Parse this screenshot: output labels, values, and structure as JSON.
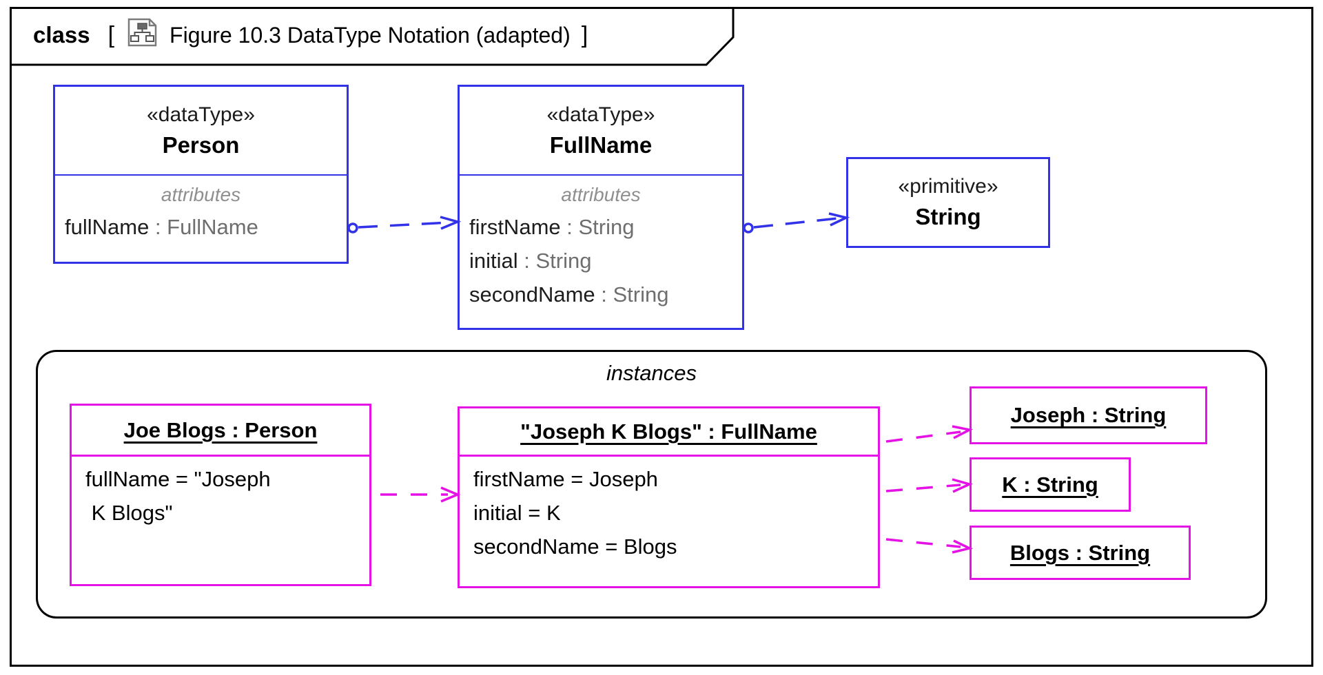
{
  "frame": {
    "keyword": "class",
    "open_bracket": "[",
    "title": "Figure 10.3 DataType Notation (adapted)",
    "close_bracket": "]"
  },
  "colors": {
    "type_border": "#3232e8",
    "instance_border": "#e512e5",
    "frame_border": "#000000",
    "compartment_label_gray": "#8f8f8f",
    "attribute_type_gray": "#6e6e6e"
  },
  "types": {
    "person": {
      "stereotype": "«dataType»",
      "name": "Person",
      "compartment_label": "attributes",
      "attributes": [
        {
          "name": "fullName",
          "type": " : FullName"
        }
      ]
    },
    "fullname": {
      "stereotype": "«dataType»",
      "name": "FullName",
      "compartment_label": "attributes",
      "attributes": [
        {
          "name": "firstName",
          "type": " : String"
        },
        {
          "name": "initial",
          "type": " : String"
        },
        {
          "name": "secondName",
          "type": " : String"
        }
      ]
    },
    "string": {
      "stereotype": "«primitive»",
      "name": "String"
    }
  },
  "instances": {
    "section_label": "instances",
    "joe_person": {
      "title": "Joe Blogs : Person",
      "slots": [
        "fullName = \"Joseph",
        " K Blogs\""
      ]
    },
    "fullname_instance": {
      "title": "\"Joseph K Blogs\" : FullName",
      "slots": [
        "firstName = Joseph",
        "initial = K",
        "secondName = Blogs"
      ]
    },
    "joseph_string": {
      "title": "Joseph : String"
    },
    "k_string": {
      "title": "K : String"
    },
    "blogs_string": {
      "title": "Blogs : String"
    }
  }
}
